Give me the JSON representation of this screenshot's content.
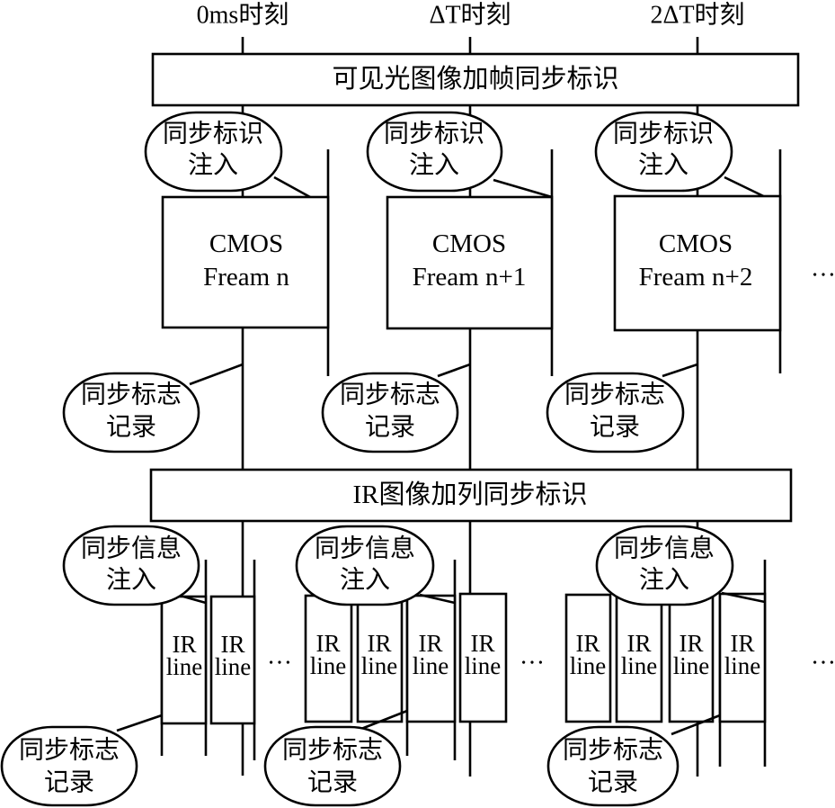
{
  "time_labels": [
    "0ms时刻",
    "ΔT时刻",
    "2ΔT时刻"
  ],
  "bars": {
    "visible": "可见光图像加帧同步标识",
    "ir": "IR图像加列同步标识"
  },
  "cmos_frames": [
    {
      "line1": "CMOS",
      "line2": "Fream n"
    },
    {
      "line1": "CMOS",
      "line2": "Fream n+1"
    },
    {
      "line1": "CMOS",
      "line2": "Fream n+2"
    }
  ],
  "visible_inject_bubbles": [
    {
      "line1": "同步标识",
      "line2": "注入"
    },
    {
      "line1": "同步标识",
      "line2": "注入"
    },
    {
      "line1": "同步标识",
      "line2": "注入"
    }
  ],
  "visible_record_bubbles": [
    {
      "line1": "同步标志",
      "line2": "记录"
    },
    {
      "line1": "同步标志",
      "line2": "记录"
    },
    {
      "line1": "同步标志",
      "line2": "记录"
    }
  ],
  "ir_inject_bubbles": [
    {
      "line1": "同步信息",
      "line2": "注入"
    },
    {
      "line1": "同步信息",
      "line2": "注入"
    },
    {
      "line1": "同步信息",
      "line2": "注入"
    }
  ],
  "ir_record_bubbles": [
    {
      "line1": "同步标志",
      "line2": "记录"
    },
    {
      "line1": "同步标志",
      "line2": "记录"
    },
    {
      "line1": "同步标志",
      "line2": "记录"
    }
  ],
  "ir_lines": [
    {
      "line1": "IR",
      "line2": "line"
    },
    {
      "line1": "IR",
      "line2": "line"
    },
    {
      "line1": "IR",
      "line2": "line"
    },
    {
      "line1": "IR",
      "line2": "line"
    },
    {
      "line1": "IR",
      "line2": "line"
    },
    {
      "line1": "IR",
      "line2": "line"
    },
    {
      "line1": "IR",
      "line2": "line"
    },
    {
      "line1": "IR",
      "line2": "line"
    },
    {
      "line1": "IR",
      "line2": "line"
    },
    {
      "line1": "IR",
      "line2": "line"
    }
  ],
  "ellipses": [
    "…",
    "…",
    "…",
    "…"
  ]
}
